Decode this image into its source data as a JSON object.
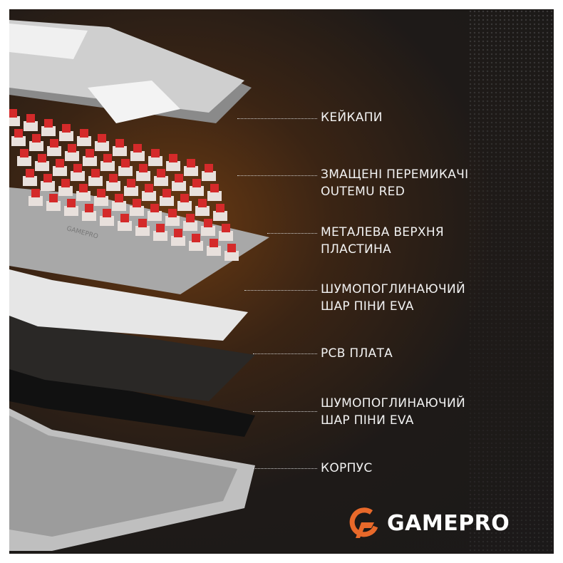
{
  "labels": [
    {
      "line1": "КЕЙКАПИ",
      "line2": ""
    },
    {
      "line1": "ЗМАЩЕНІ ПЕРЕМИКАЧІ",
      "line2": "OUTEMU RED"
    },
    {
      "line1": "МЕТАЛЕВА ВЕРХНЯ",
      "line2": "ПЛАСТИНА"
    },
    {
      "line1": "ШУМОПОГЛИНАЮЧИЙ",
      "line2": "ШАР ПІНИ EVA"
    },
    {
      "line1": "PCB ПЛАТА",
      "line2": ""
    },
    {
      "line1": "ШУМОПОГЛИНАЮЧИЙ",
      "line2": "ШАР ПІНИ EVA"
    },
    {
      "line1": "КОРПУС",
      "line2": ""
    }
  ],
  "plate_print": "GAMEPRO",
  "brand": {
    "name": "GAMEPRO",
    "accent": "#e8692a"
  },
  "colors": {
    "background": "#1b1919",
    "switch_red": "#d42a2a",
    "text": "#f2f2f2"
  }
}
